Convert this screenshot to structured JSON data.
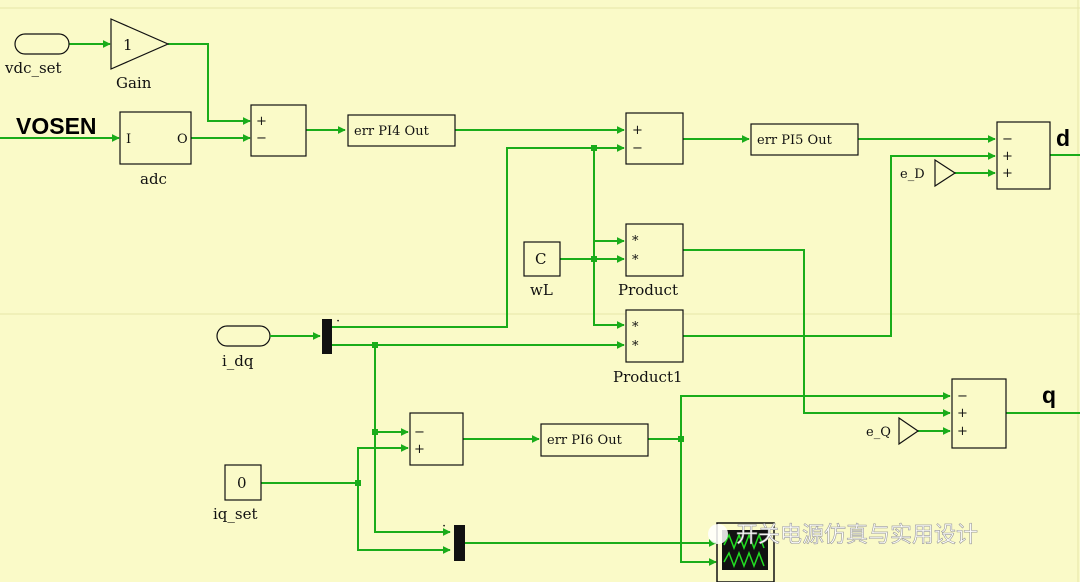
{
  "diagram": {
    "inputs": {
      "vdc_set": "vdc_set",
      "VOSEN": "VOSEN",
      "i_dq": "i_dq"
    },
    "outputs": {
      "d": "d",
      "q": "q"
    },
    "blocks": {
      "gain": {
        "value": "1",
        "name": "Gain"
      },
      "adc": {
        "in_port": "I",
        "out_port": "O",
        "name": "adc"
      },
      "pi4": {
        "label": "err PI4 Out"
      },
      "pi5": {
        "label": "err PI5 Out"
      },
      "pi6": {
        "label": "err PI6 Out"
      },
      "wl": {
        "value": "C",
        "name": "wL"
      },
      "product": {
        "name": "Product"
      },
      "product1": {
        "name": "Product1"
      },
      "iq_set": {
        "value": "0",
        "name": "iq_set"
      },
      "e_d": {
        "name": "e_D"
      },
      "e_q": {
        "name": "e_Q"
      }
    },
    "signs": {
      "plus": "+",
      "minus": "−",
      "mult": "*",
      "dot": "·"
    },
    "watermark": "开关电源仿真与实用设计",
    "colors": {
      "wire": "#1aac1a",
      "background": "#fafac8",
      "border": "#111111"
    }
  }
}
